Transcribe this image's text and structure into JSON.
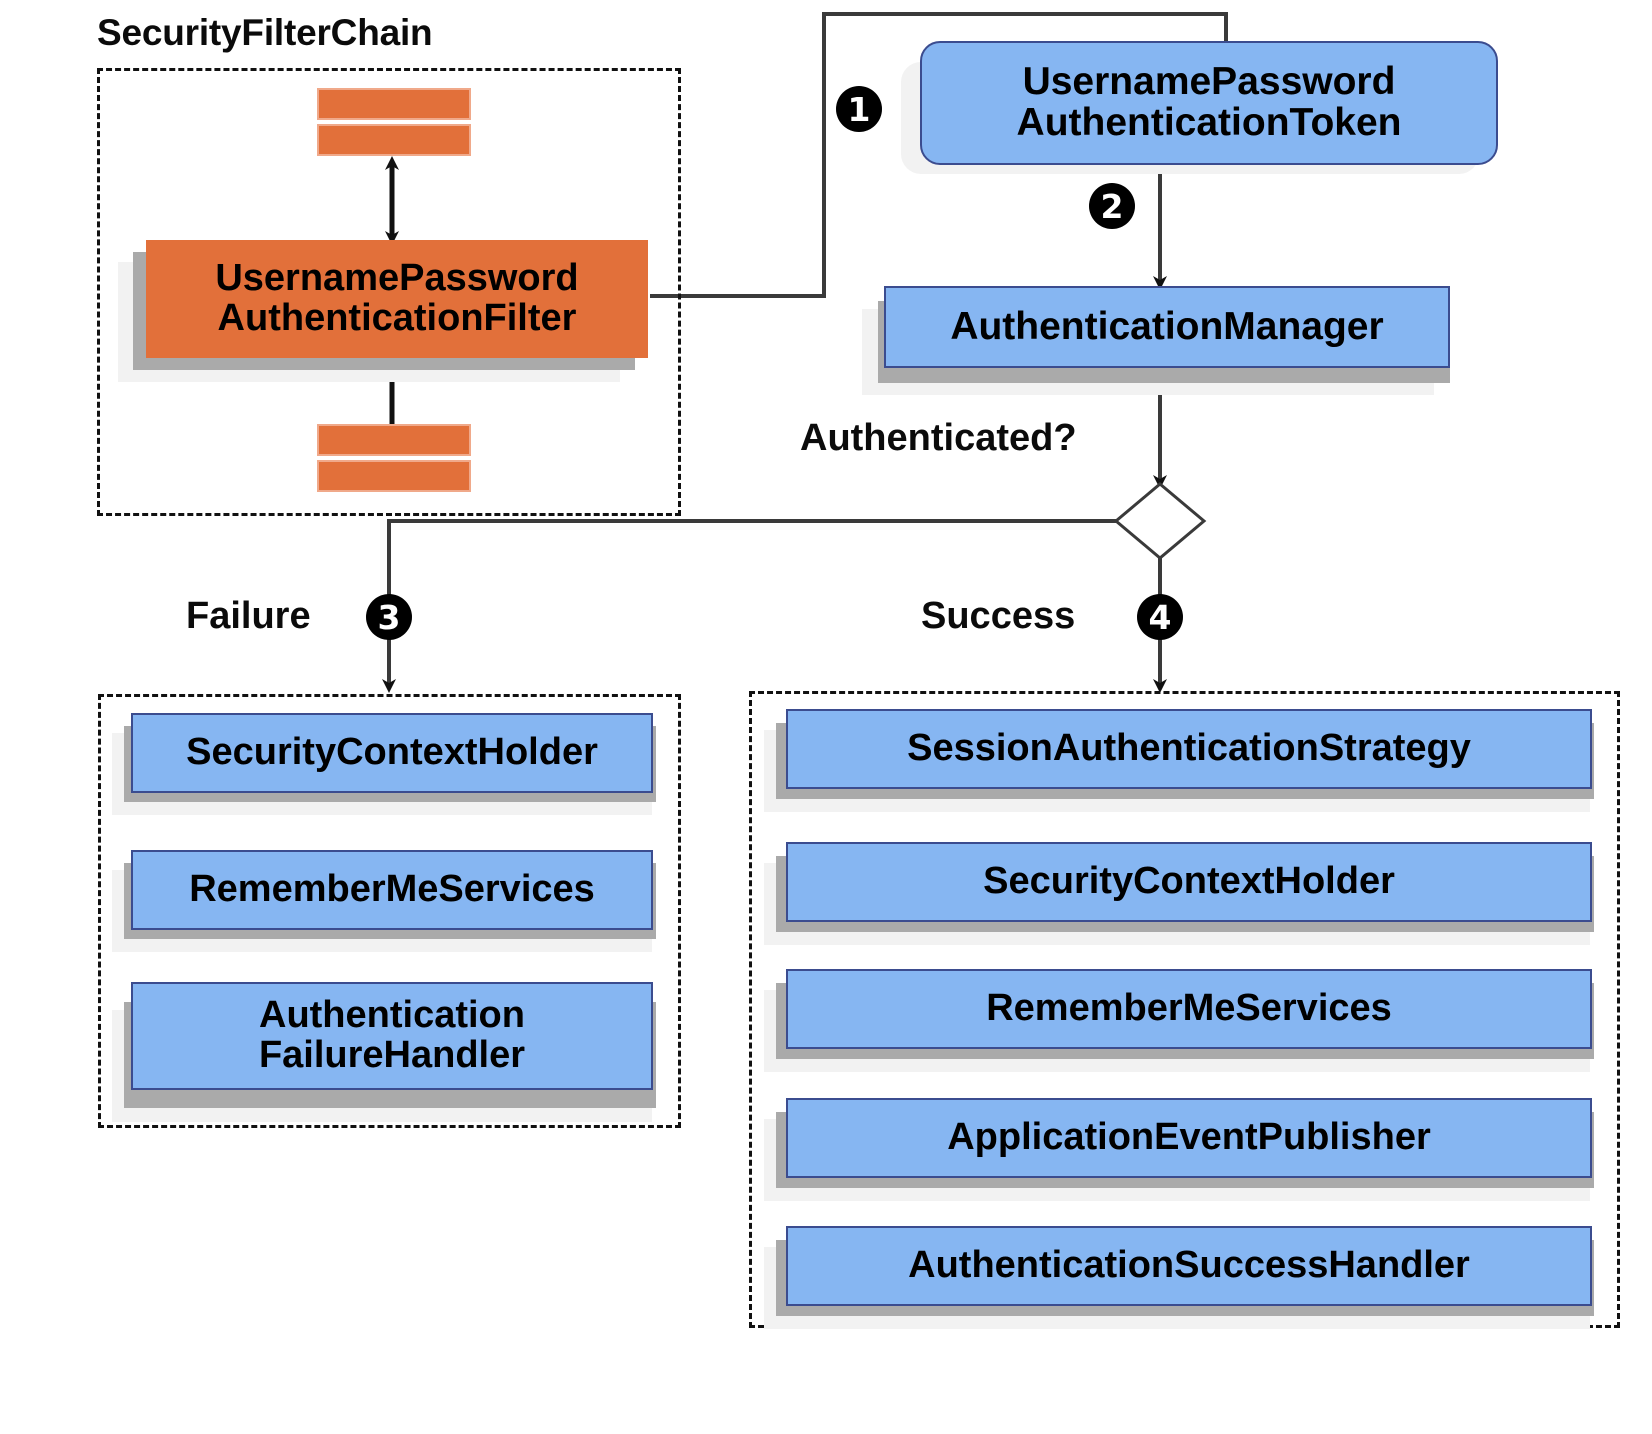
{
  "diagram": {
    "title_filter_chain": "SecurityFilterChain",
    "decision_label": "Authenticated?",
    "branch_failure_label": "Failure",
    "branch_success_label": "Success",
    "badges": {
      "one": "1",
      "two": "2",
      "three": "3",
      "four": "4"
    },
    "filter_chain": {
      "main_filter": "UsernamePassword\nAuthenticationFilter",
      "main_filter_line1": "UsernamePassword",
      "main_filter_line2": "AuthenticationFilter"
    },
    "auth_flow": {
      "token_line1": "UsernamePassword",
      "token_line2": "AuthenticationToken",
      "manager": "AuthenticationManager"
    },
    "failure_components": [
      "SecurityContextHolder",
      "RememberMeServices",
      "Authentication\nFailureHandler"
    ],
    "failure_components_lines": [
      [
        "SecurityContextHolder"
      ],
      [
        "RememberMeServices"
      ],
      [
        "Authentication",
        "FailureHandler"
      ]
    ],
    "success_components": [
      "SessionAuthenticationStrategy",
      "SecurityContextHolder",
      "RememberMeServices",
      "ApplicationEventPublisher",
      "AuthenticationSuccessHandler"
    ],
    "colors": {
      "filter_orange": "#E2703A",
      "component_blue": "#86B6F2",
      "component_border": "#3B4C8F",
      "shadow_dark": "#AAAAAA",
      "shadow_light": "#F2F2F2",
      "line": "#3A3A3A",
      "badge_fill": "#000000"
    }
  }
}
